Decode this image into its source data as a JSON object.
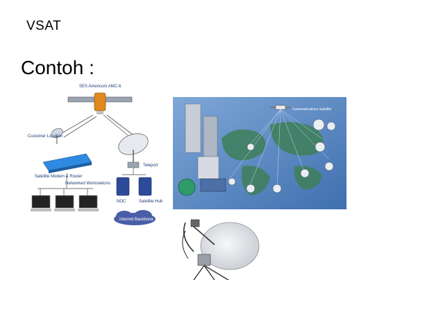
{
  "slide": {
    "title": "VSAT",
    "body": "Contoh :"
  },
  "figures": {
    "network_diagram": {
      "satellite_label": "SES Americom AMC-6",
      "customer_label": "Customer Location",
      "modem_label": "Satellite Modem & Router",
      "workstations_label": "Networked Workstations",
      "teleport_label": "Teleport",
      "noc_label": "NOC",
      "hub_label": "Satellite Hub",
      "cloud_label": "Internet Backbone"
    },
    "map_diagram": {
      "satellite_label": "Communications Satellite"
    }
  },
  "colors": {
    "map_bg": "#5a8ec4",
    "map_land": "#3f7f5a",
    "cloud": "#4a5ea8",
    "server": "#2e4a9a"
  }
}
